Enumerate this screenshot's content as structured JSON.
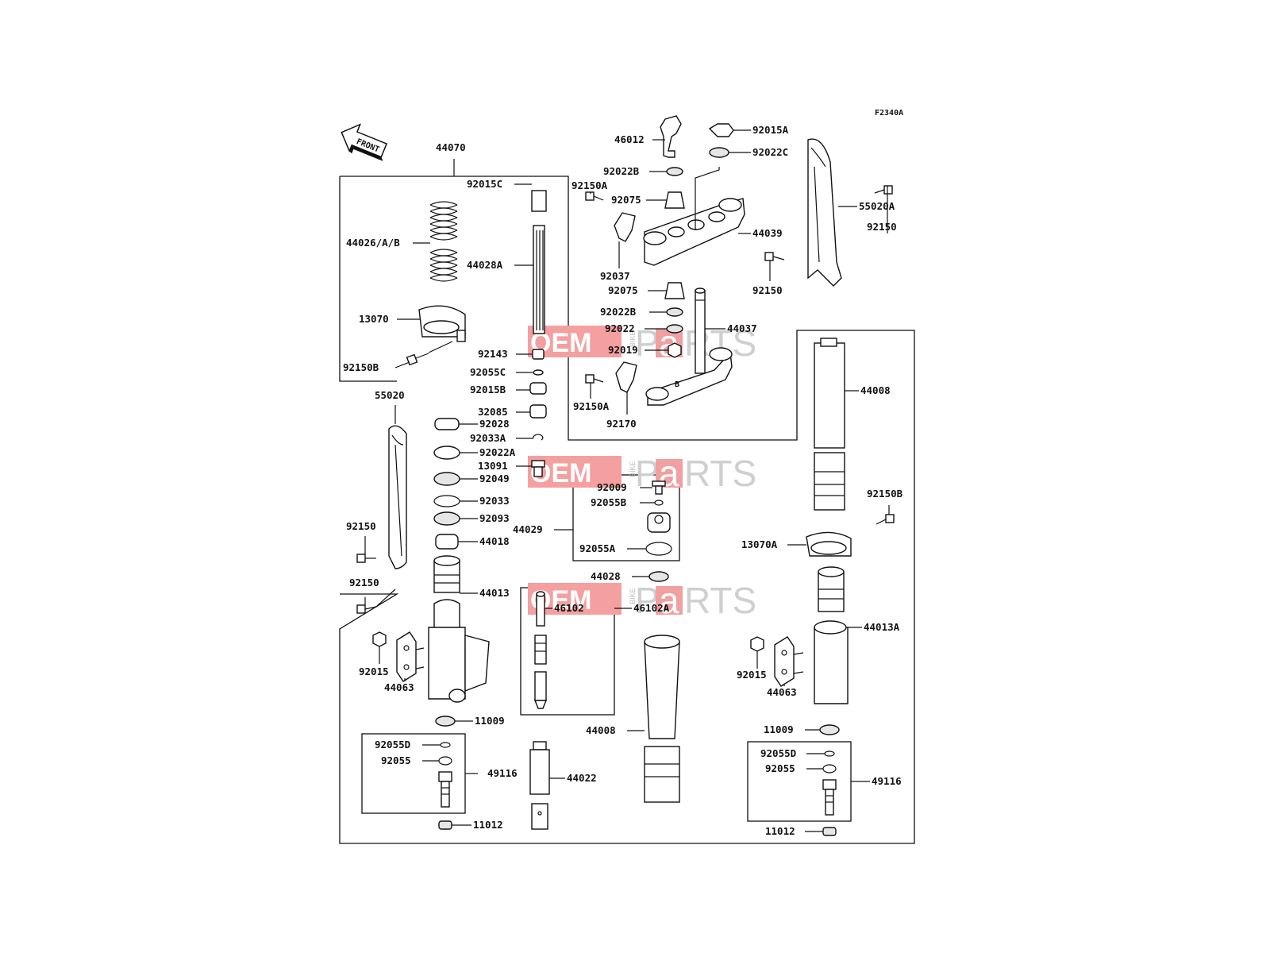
{
  "diagram_id": "F2340A",
  "front_label": "FRONT",
  "watermark": {
    "oem": "OEM",
    "bike": "BIKE",
    "parts_p": "P",
    "parts_a": "a",
    "parts_rest": "RTS"
  },
  "parts": {
    "p44070": "44070",
    "p92015C": "92015C",
    "p44026": "44026/A/B",
    "p44028A": "44028A",
    "p13070": "13070",
    "p92150B_l": "92150B",
    "p92143": "92143",
    "p92055C": "92055C",
    "p92015B": "92015B",
    "p32085": "32085",
    "p55020": "55020",
    "p92028": "92028",
    "p92033A": "92033A",
    "p92022A": "92022A",
    "p13091": "13091",
    "p92049": "92049",
    "p92033": "92033",
    "p92093": "92093",
    "p44018": "44018",
    "p92150_l1": "92150",
    "p92150_l2": "92150",
    "p44013": "44013",
    "p92015_l": "92015",
    "p44063_l": "44063",
    "p11009_l": "11009",
    "p92055D_l": "92055D",
    "p92055_l": "92055",
    "p49116_l": "49116",
    "p11012_l": "11012",
    "p46012": "46012",
    "p92022B_t": "92022B",
    "p92150A_t": "92150A",
    "p92075_t": "92075",
    "p92037": "92037",
    "p92075_m": "92075",
    "p92022B_m": "92022B",
    "p92022": "92022",
    "p92019": "92019",
    "p92150A_m": "92150A",
    "p92170": "92170",
    "p92015A": "92015A",
    "p92022C": "92022C",
    "p44039": "44039",
    "p44037": "44037",
    "p55020A": "55020A",
    "p92150_r1": "92150",
    "p92150_r2": "92150",
    "p44008_r": "44008",
    "p92009": "92009",
    "p92055B": "92055B",
    "p44029": "44029",
    "p92055A": "92055A",
    "p44028": "44028",
    "p46102": "46102",
    "p46102A": "46102A",
    "p44008_m": "44008",
    "p44022": "44022",
    "p92150B_r": "92150B",
    "p13070A": "13070A",
    "p44013A": "44013A",
    "p92015_r": "92015",
    "p44063_r": "44063",
    "p11009_r": "11009",
    "p92055D_r": "92055D",
    "p92055_r": "92055",
    "p49116_r": "49116",
    "p11012_r": "11012"
  }
}
